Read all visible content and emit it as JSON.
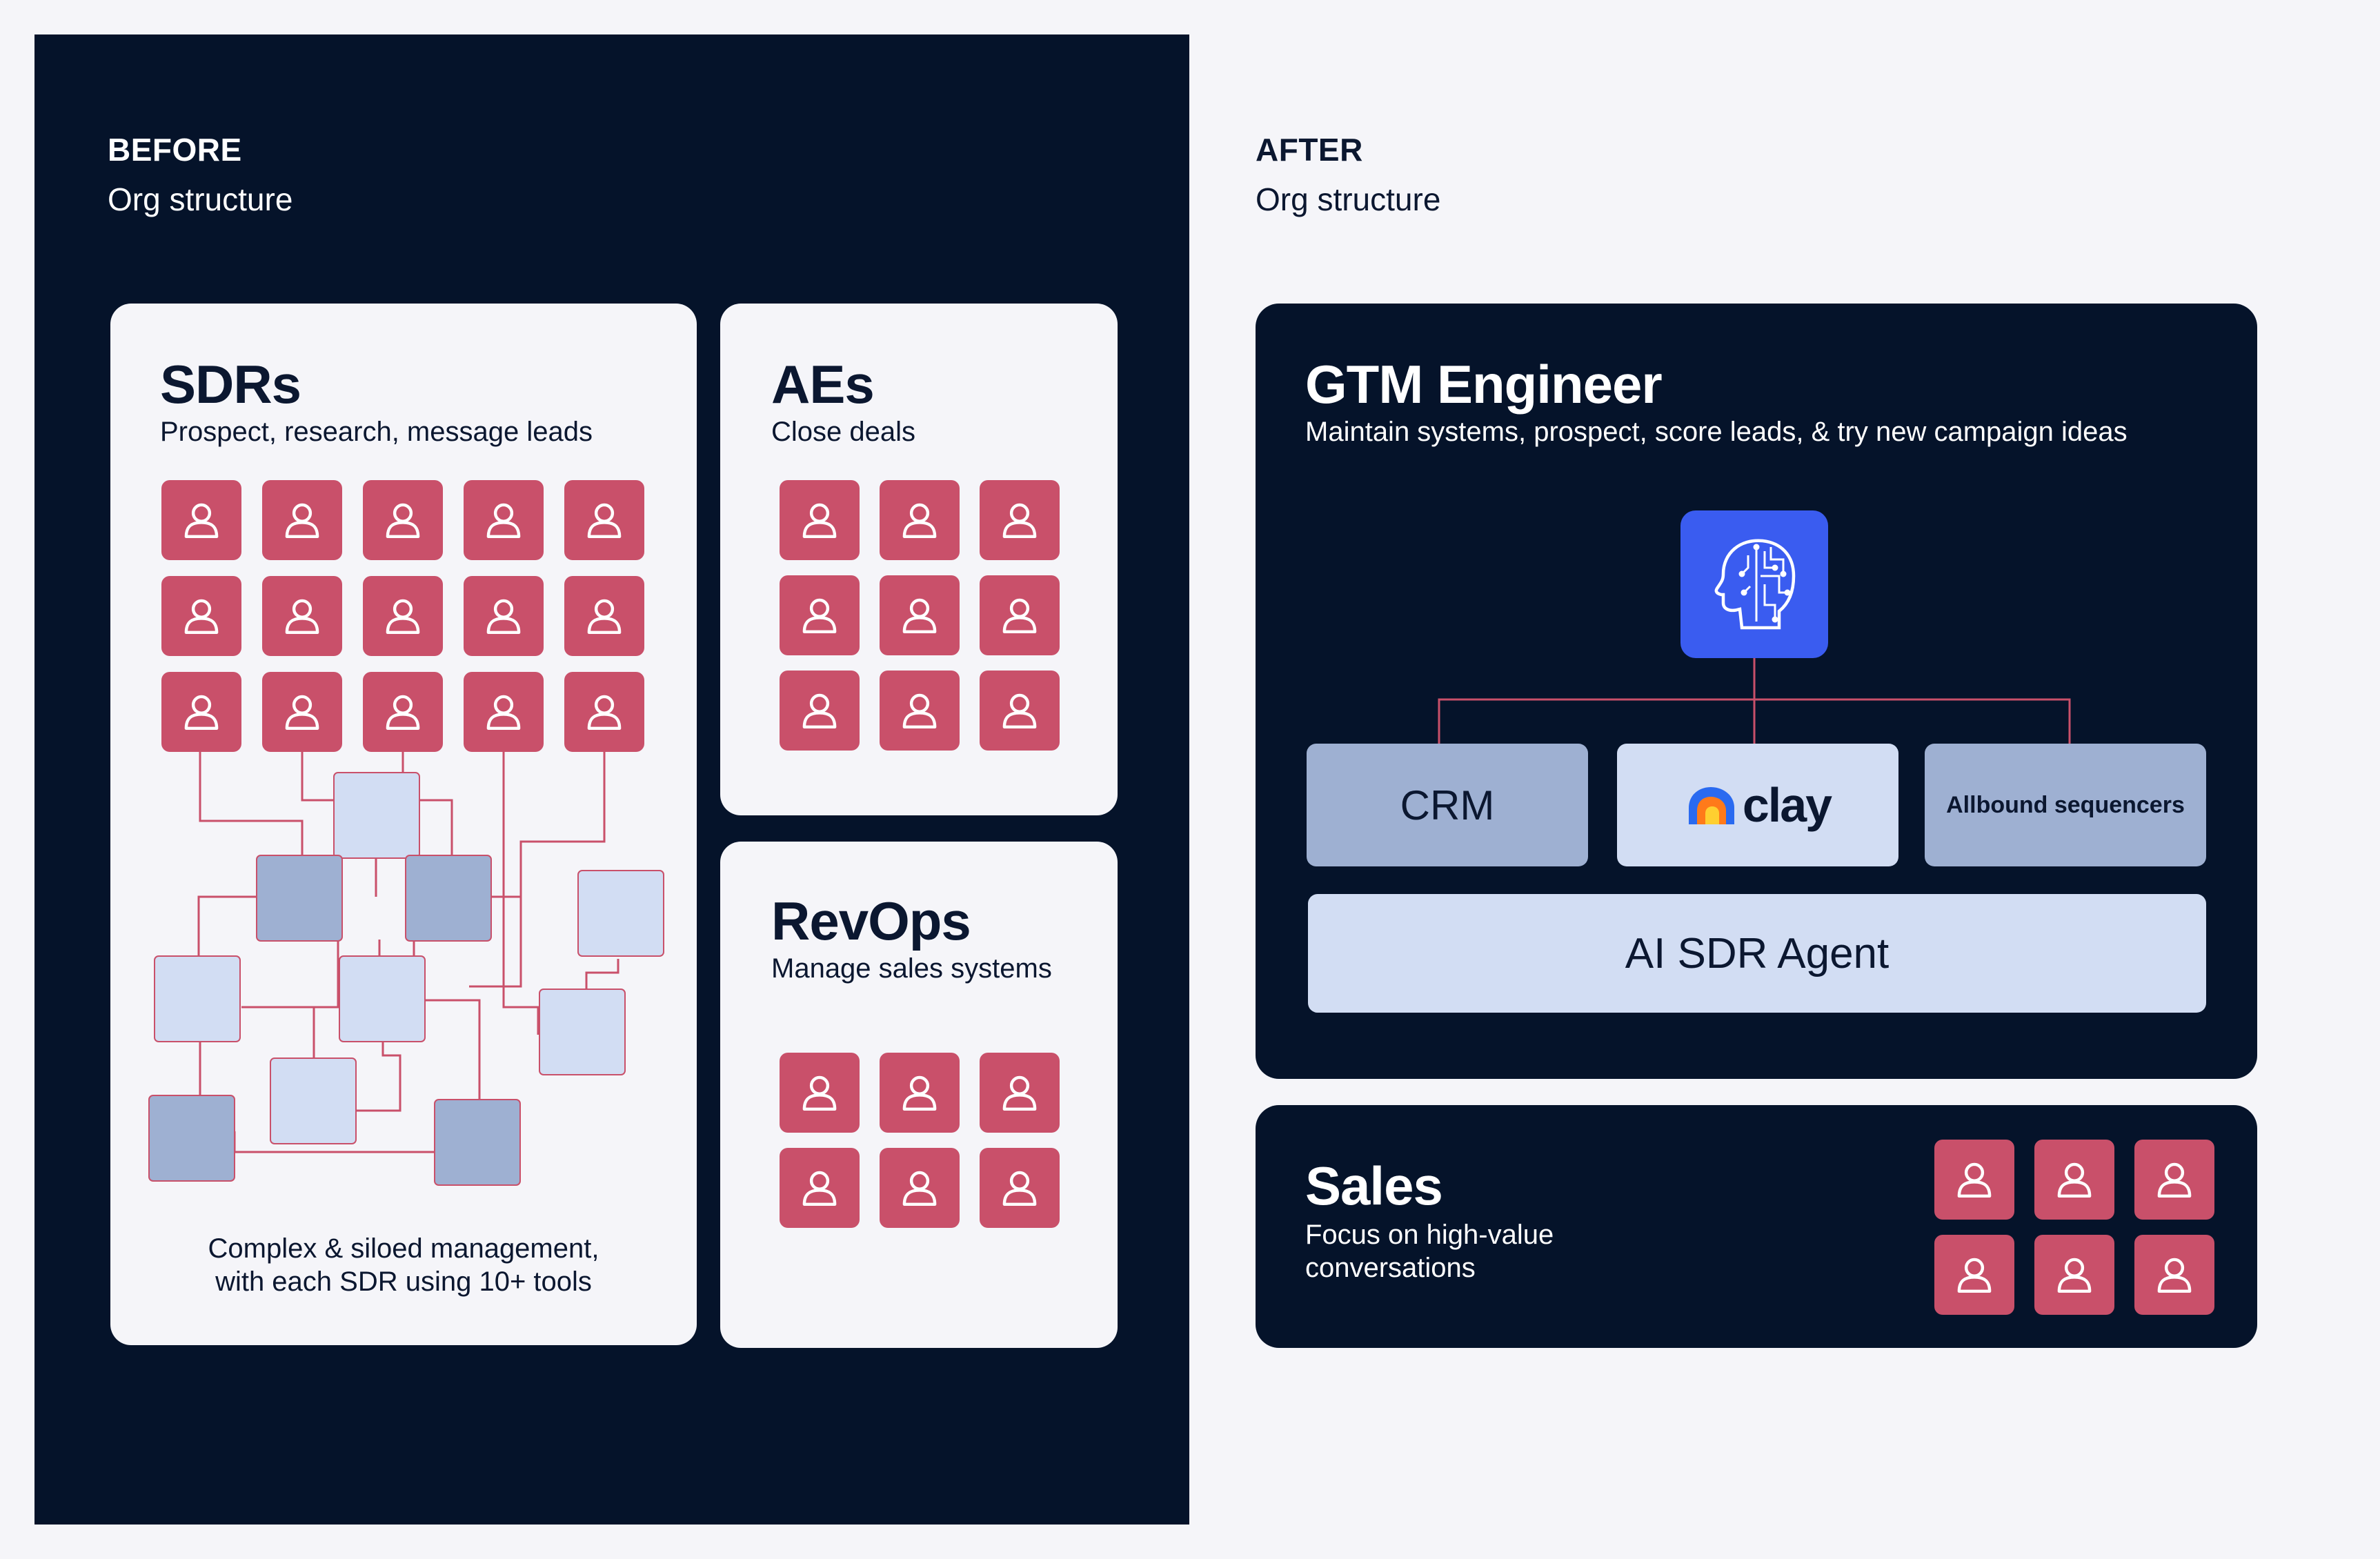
{
  "colors": {
    "navy": "#05132a",
    "card_bg": "#f5f5f9",
    "person_red": "#c9506a",
    "box_light": "#d2ddf3",
    "box_mid": "#9eb0d2",
    "brain_blue": "#3a5cf0",
    "connector": "#c9506a"
  },
  "before": {
    "label": "BEFORE",
    "subtitle": "Org structure",
    "sdrs": {
      "title": "SDRs",
      "description": "Prospect, research, message leads",
      "person_count": 15,
      "footnote_line1": "Complex & siloed management,",
      "footnote_line2": "with each SDR using 10+ tools"
    },
    "aes": {
      "title": "AEs",
      "description": "Close deals",
      "person_count": 9
    },
    "revops": {
      "title": "RevOps",
      "description": "Manage sales systems",
      "person_count": 6
    }
  },
  "after": {
    "label": "AFTER",
    "subtitle": "Org structure",
    "gtm": {
      "title": "GTM Engineer",
      "description": "Maintain systems, prospect, score leads, & try new campaign ideas",
      "brain_icon": "ai-brain-icon",
      "tools": {
        "crm": "CRM",
        "clay": "clay",
        "allbound": "Allbound sequencers"
      },
      "agent": "AI SDR Agent"
    },
    "sales": {
      "title": "Sales",
      "description_line1": "Focus on high-value",
      "description_line2": "conversations",
      "person_count": 6
    }
  }
}
